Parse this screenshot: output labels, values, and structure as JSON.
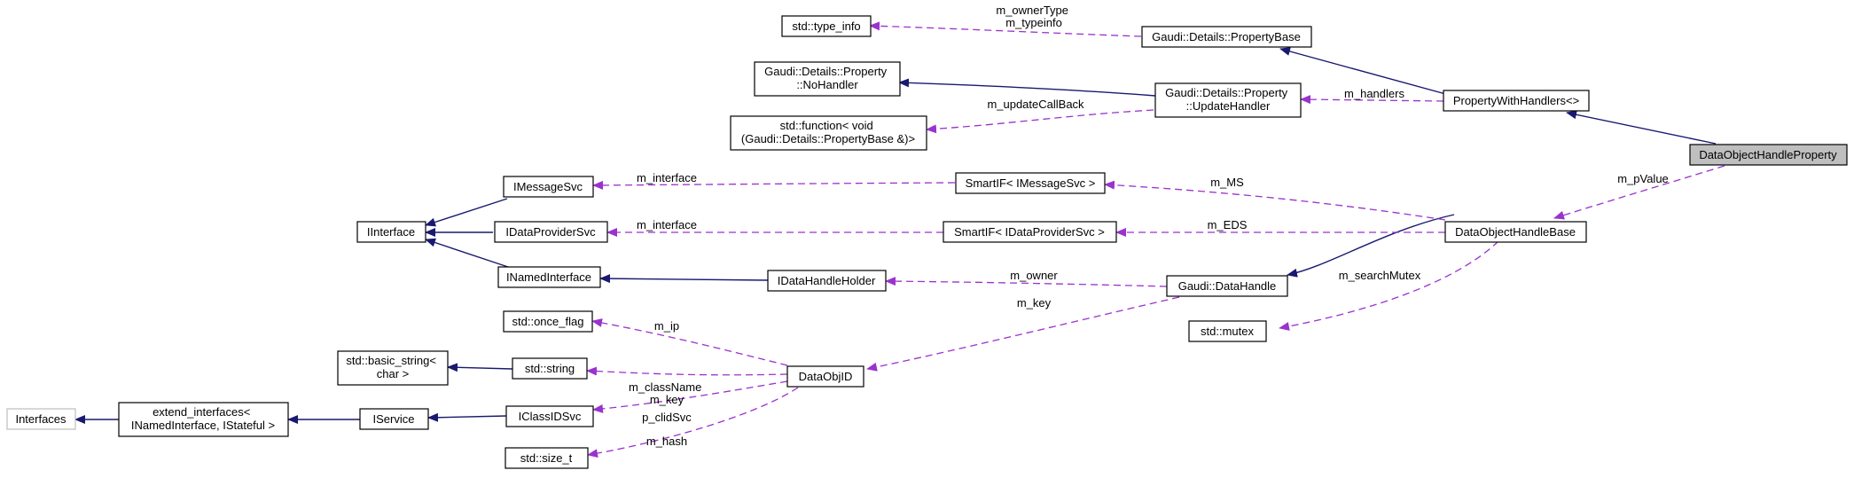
{
  "diagram": {
    "colors": {
      "inheritance_edge": "#191970",
      "usage_edge": "#9a32cd",
      "focus_fill": "#bfbfbf",
      "ghost_border": "#bfbfbf"
    },
    "nodes": {
      "type_info": [
        "std::type_info"
      ],
      "property_base": [
        "Gaudi::Details::PropertyBase"
      ],
      "no_handler": [
        "Gaudi::Details::Property",
        "::NoHandler"
      ],
      "update_handler": [
        "Gaudi::Details::Property",
        "::UpdateHandler"
      ],
      "property_with_handlers": [
        "PropertyWithHandlers<>"
      ],
      "std_function": [
        "std::function< void",
        "(Gaudi::Details::PropertyBase &)>"
      ],
      "data_object_handle_property": [
        "DataObjectHandleProperty"
      ],
      "imessage_svc": [
        "IMessageSvc"
      ],
      "smartif_msg": [
        "SmartIF< IMessageSvc >"
      ],
      "iinterface": [
        "IInterface"
      ],
      "idataprovider_svc": [
        "IDataProviderSvc"
      ],
      "smartif_dp": [
        "SmartIF< IDataProviderSvc >"
      ],
      "data_object_handle_base": [
        "DataObjectHandleBase"
      ],
      "inamed_interface": [
        "INamedInterface"
      ],
      "idatahandle_holder": [
        "IDataHandleHolder"
      ],
      "gaudi_datahandle": [
        "Gaudi::DataHandle"
      ],
      "std_mutex": [
        "std::mutex"
      ],
      "once_flag": [
        "std::once_flag"
      ],
      "basic_string": [
        "std::basic_string<",
        "char >"
      ],
      "std_string": [
        "std::string"
      ],
      "data_obj_id": [
        "DataObjID"
      ],
      "interfaces": [
        "Interfaces"
      ],
      "extend_interfaces": [
        "extend_interfaces<",
        "INamedInterface, IStateful >"
      ],
      "iservice": [
        "IService"
      ],
      "iclassid_svc": [
        "IClassIDSvc"
      ],
      "size_t": [
        "std::size_t"
      ]
    },
    "edge_labels": {
      "owner_type": [
        "m_ownerType",
        "m_typeinfo"
      ],
      "handlers": [
        "m_handlers"
      ],
      "update_callback": [
        "m_updateCallBack"
      ],
      "p_value": [
        "m_pValue"
      ],
      "msg_interface": [
        "m_interface"
      ],
      "ms": [
        "m_MS"
      ],
      "dp_interface": [
        "m_interface"
      ],
      "eds": [
        "m_EDS"
      ],
      "owner": [
        "m_owner"
      ],
      "search_mutex": [
        "m_searchMutex"
      ],
      "key_handle": [
        "m_key"
      ],
      "ip": [
        "m_ip"
      ],
      "classname": [
        "m_className",
        "m_key"
      ],
      "clid_svc": [
        "p_clidSvc"
      ],
      "hash": [
        "m_hash"
      ]
    }
  }
}
